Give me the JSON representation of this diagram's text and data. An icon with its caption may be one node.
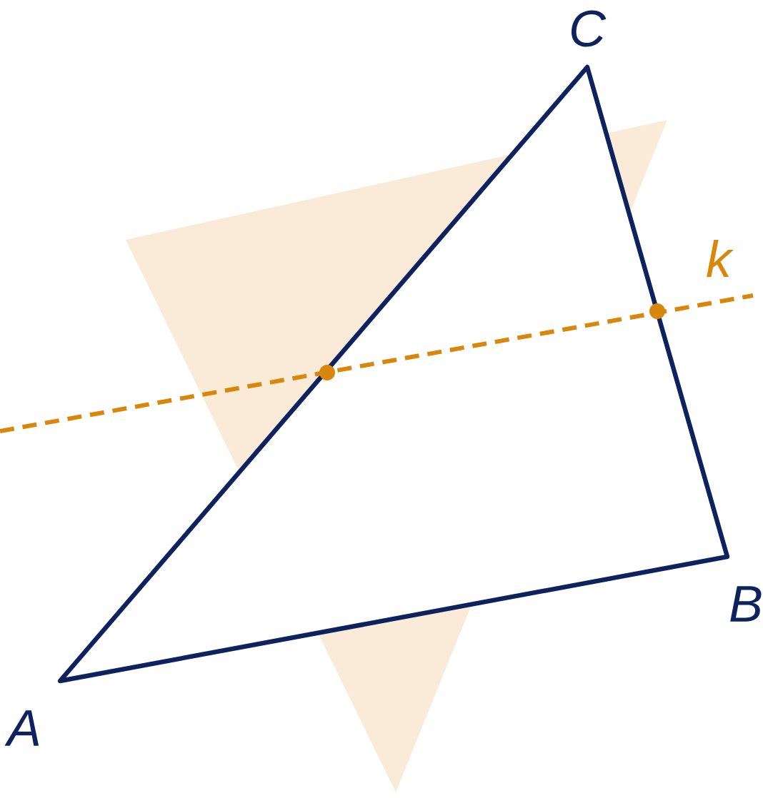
{
  "diagram": {
    "labels": [
      "C",
      "k",
      "B",
      "A"
    ]
  }
}
